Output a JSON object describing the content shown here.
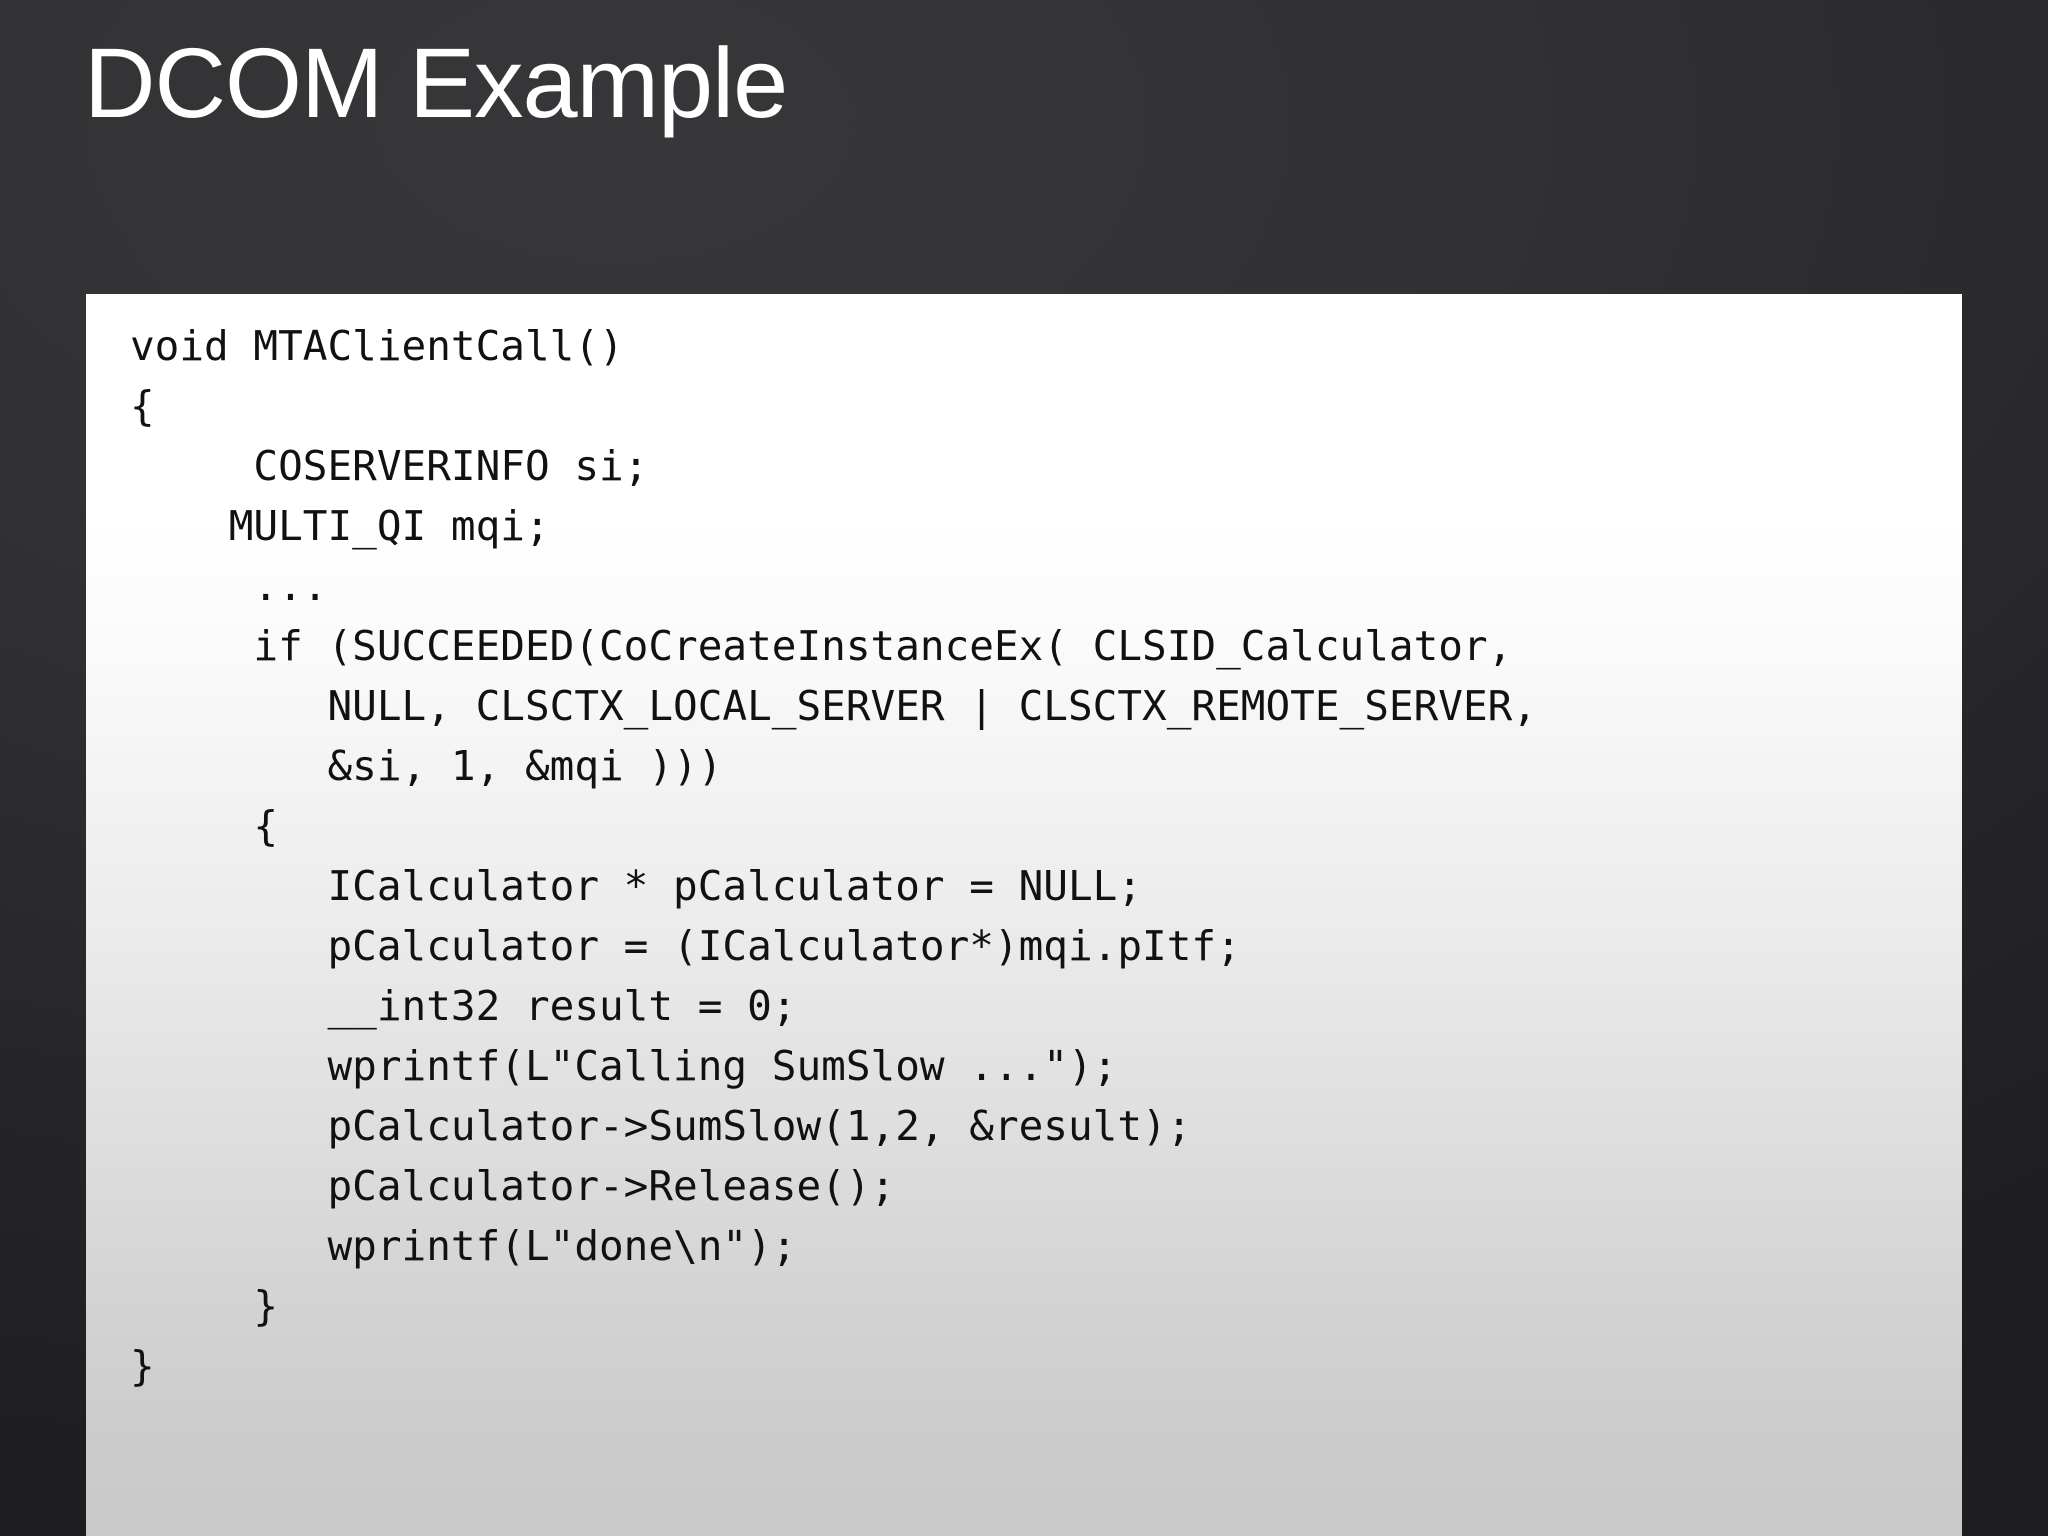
{
  "slide": {
    "title": "DCOM Example",
    "background_color": "#2d2d2d",
    "title_color": "#ffffff"
  },
  "code_panel": {
    "background_top_color": "#ffffff",
    "background_bottom_color": "#c9c9c9",
    "text_color": "#111111",
    "language": "cpp",
    "lines": [
      "void MTAClientCall()",
      "{",
      "     COSERVERINFO si;",
      "    MULTI_QI mqi;",
      "     ...",
      "     if (SUCCEEDED(CoCreateInstanceEx( CLSID_Calculator,",
      "        NULL, CLSCTX_LOCAL_SERVER | CLSCTX_REMOTE_SERVER,",
      "        &si, 1, &mqi )))",
      "     {",
      "        ICalculator * pCalculator = NULL;",
      "        pCalculator = (ICalculator*)mqi.pItf;",
      "        __int32 result = 0;",
      "        wprintf(L\"Calling SumSlow ...\");",
      "        pCalculator->SumSlow(1,2, &result);",
      "        pCalculator->Release();",
      "        wprintf(L\"done\\n\");",
      "     }",
      "}"
    ]
  }
}
